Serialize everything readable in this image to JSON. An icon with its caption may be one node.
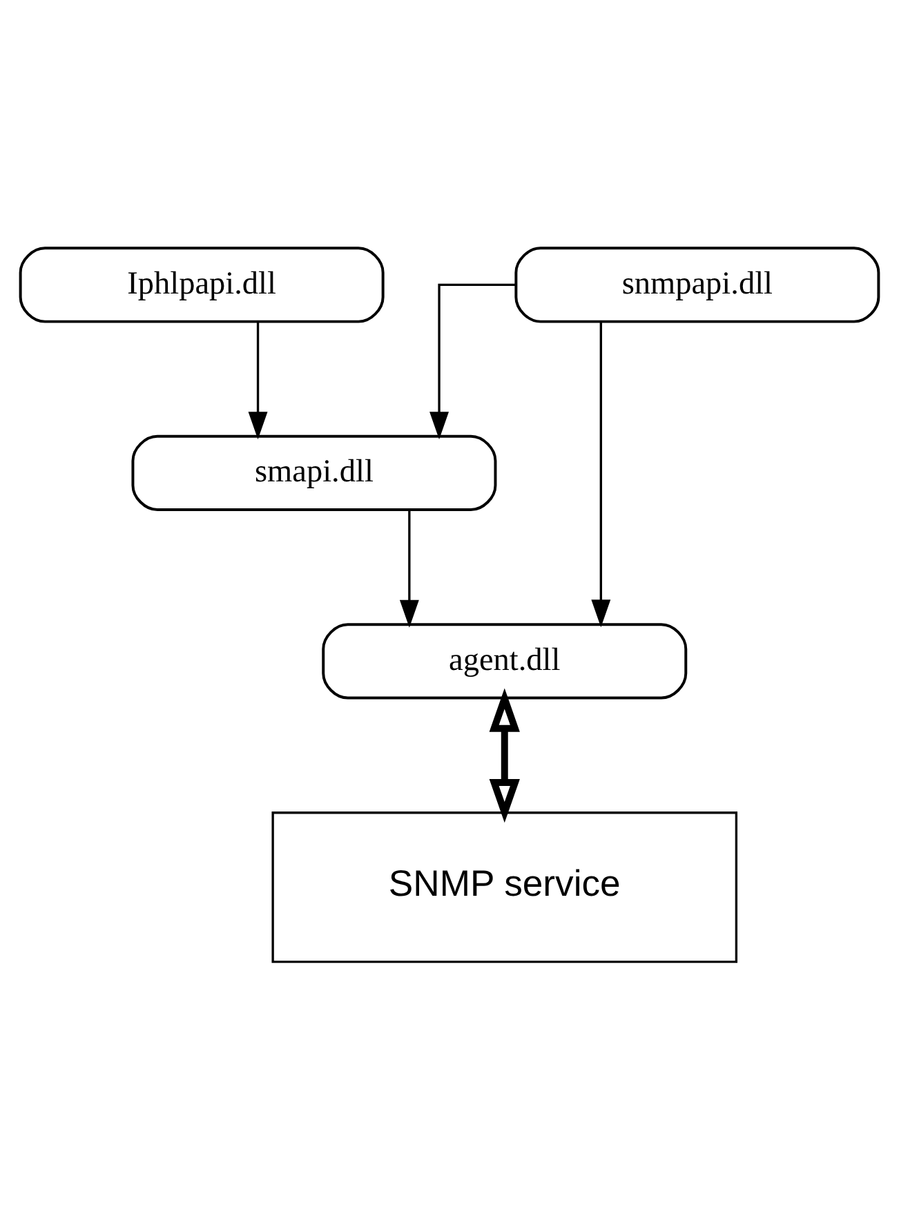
{
  "diagram": {
    "nodes": [
      {
        "text": [
          "snmpapi.dll"
        ]
      },
      {
        "text": [
          "Iphlpapi.dll"
        ]
      },
      {
        "text": [
          "smapi.dll"
        ]
      },
      {
        "text": [
          "agent.dll"
        ]
      },
      {
        "text": [
          "SNMP service"
        ]
      }
    ],
    "edges": [
      {
        "from": 0,
        "to": 2,
        "arrow": "to"
      },
      {
        "from": 1,
        "to": 2,
        "arrow": "to"
      },
      {
        "from": 0,
        "to": 3,
        "arrow": "to"
      },
      {
        "from": 2,
        "to": 3,
        "arrow": "to"
      },
      {
        "from": 3,
        "to": 4,
        "arrow": "both",
        "style": "thick"
      }
    ]
  }
}
